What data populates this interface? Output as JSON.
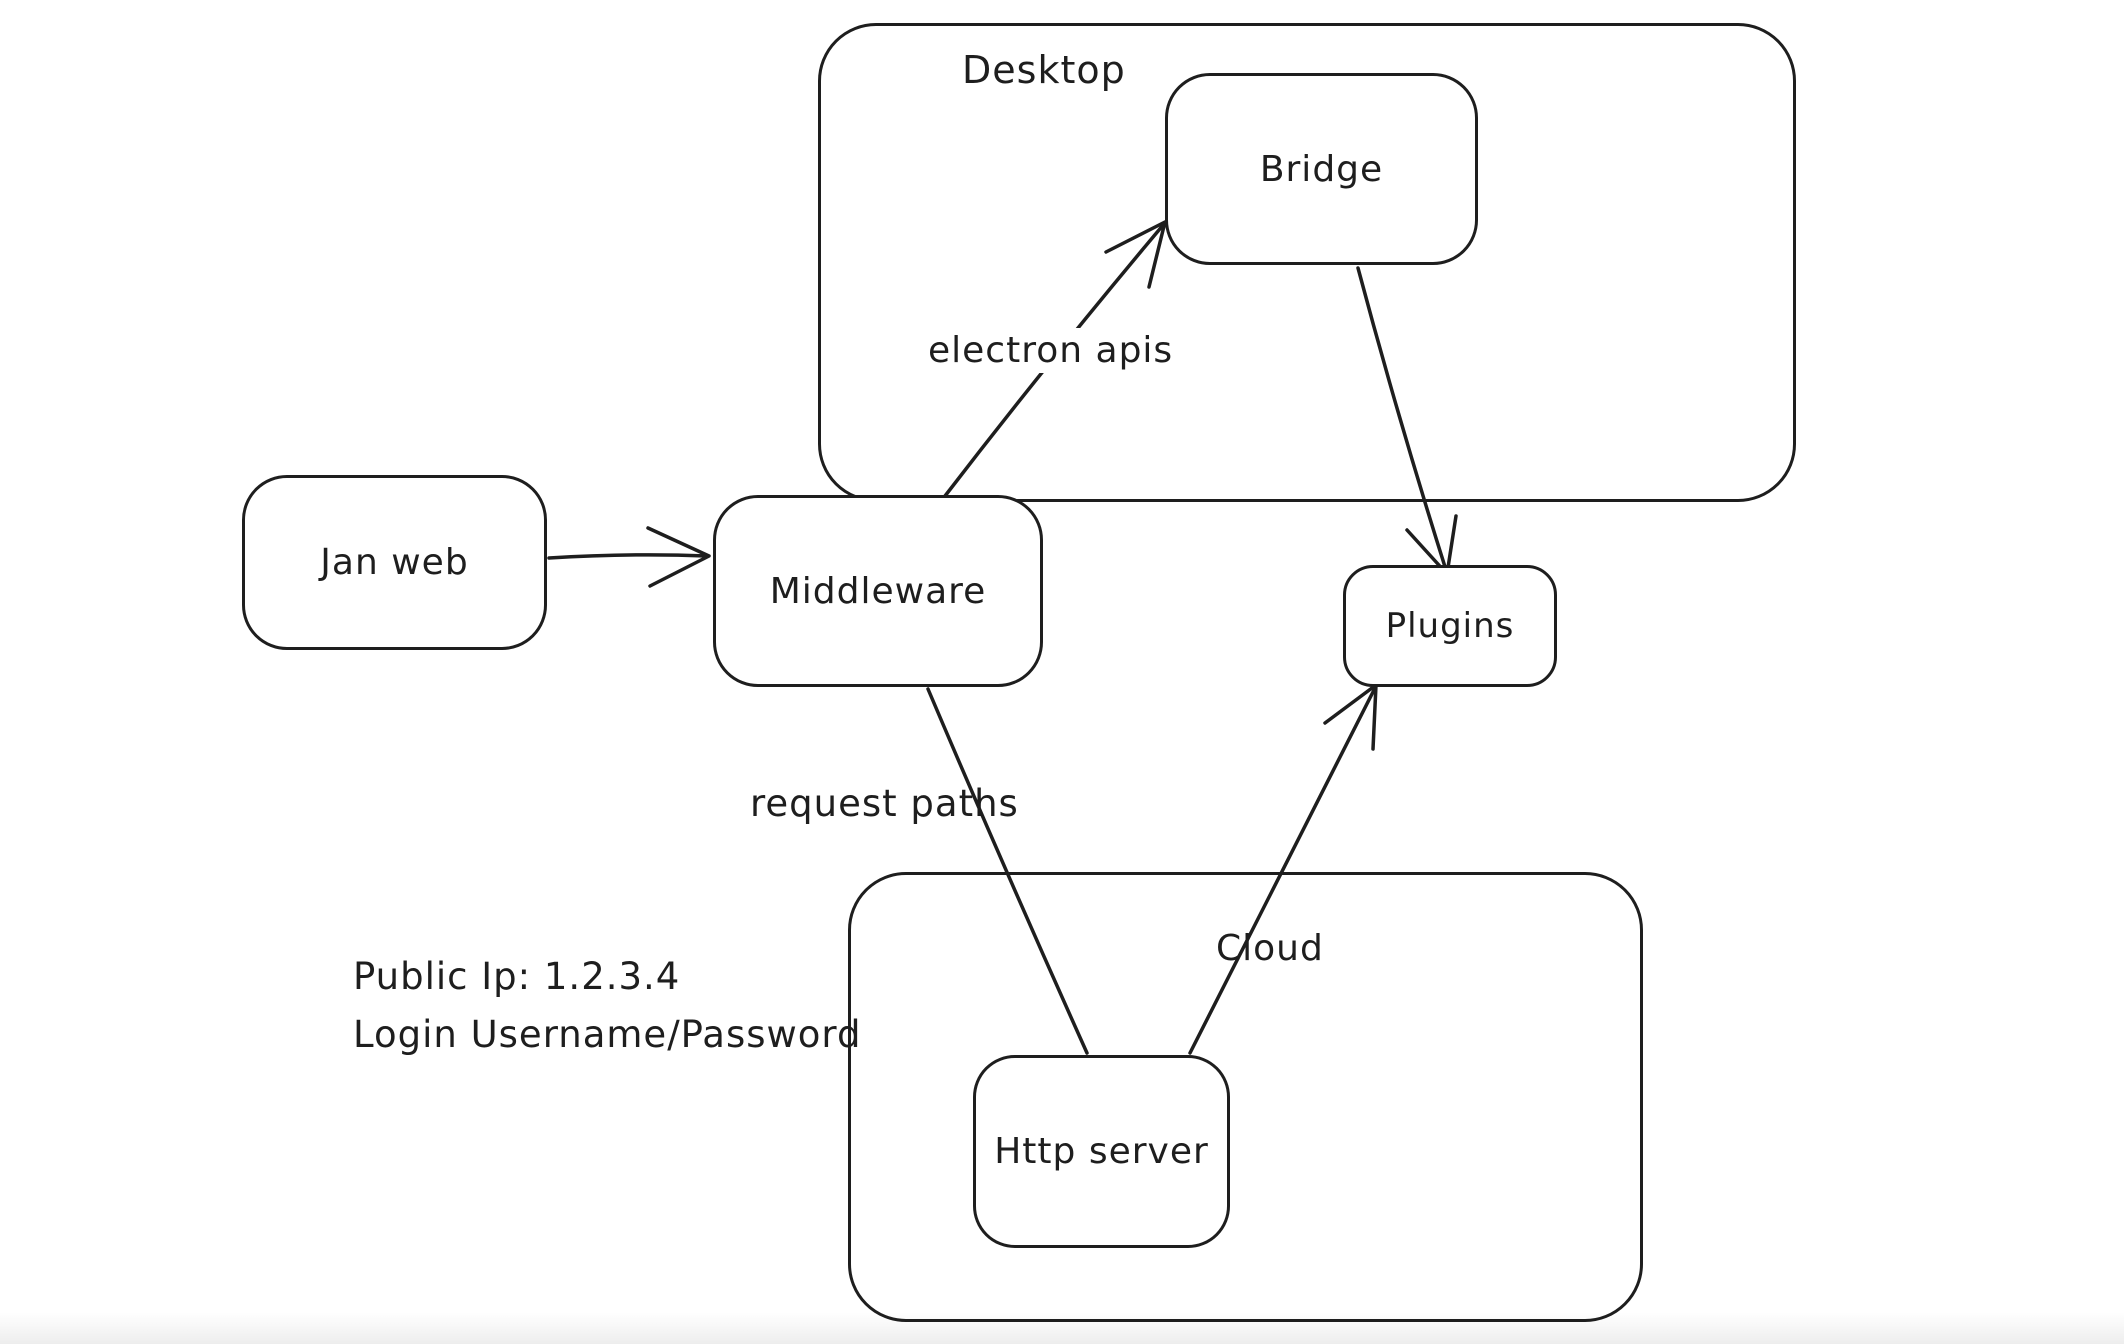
{
  "app": {
    "type": "whiteboard-diagram",
    "colors": {
      "background": "#ffffff",
      "stroke": "#1e1e1e"
    }
  },
  "diagram": {
    "containers": {
      "desktop": {
        "label": "Desktop"
      },
      "cloud": {
        "label": "Cloud"
      }
    },
    "nodes": {
      "jan_web": {
        "label": "Jan web"
      },
      "middleware": {
        "label": "Middleware"
      },
      "bridge": {
        "label": "Bridge"
      },
      "plugins": {
        "label": "Plugins"
      },
      "http_server": {
        "label": "Http server"
      }
    },
    "edges": [
      {
        "from": "jan_web",
        "to": "middleware",
        "label": "",
        "arrowhead": "end"
      },
      {
        "from": "middleware",
        "to": "bridge",
        "label": "electron apis",
        "arrowhead": "end"
      },
      {
        "from": "bridge",
        "to": "plugins",
        "label": "",
        "arrowhead": "end"
      },
      {
        "from": "middleware",
        "to": "http_server",
        "label": "request paths",
        "arrowhead": "none"
      },
      {
        "from": "http_server",
        "to": "plugins",
        "label": "",
        "arrowhead": "end"
      }
    ],
    "annotations": {
      "public_ip": "Public Ip: 1.2.3.4",
      "login": "Login Username/Password"
    }
  }
}
